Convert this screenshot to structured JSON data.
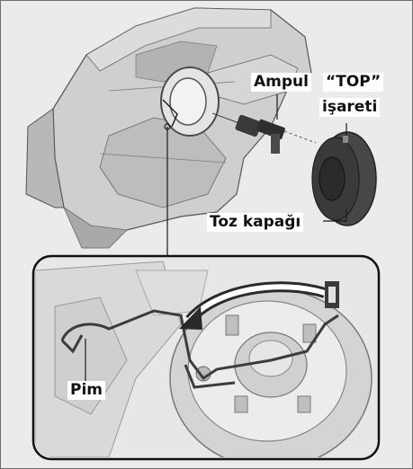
{
  "labels": {
    "bulb": "Ampul",
    "top_mark_line1": "“TOP”",
    "top_mark_line2": "işareti",
    "dust_cover": "Toz kapağı",
    "pin": "Pim"
  },
  "colors": {
    "background": "#ebebeb",
    "housing": "#c9c9c9",
    "cover": "#3b3b3b",
    "leader": "#1a1a1a"
  }
}
